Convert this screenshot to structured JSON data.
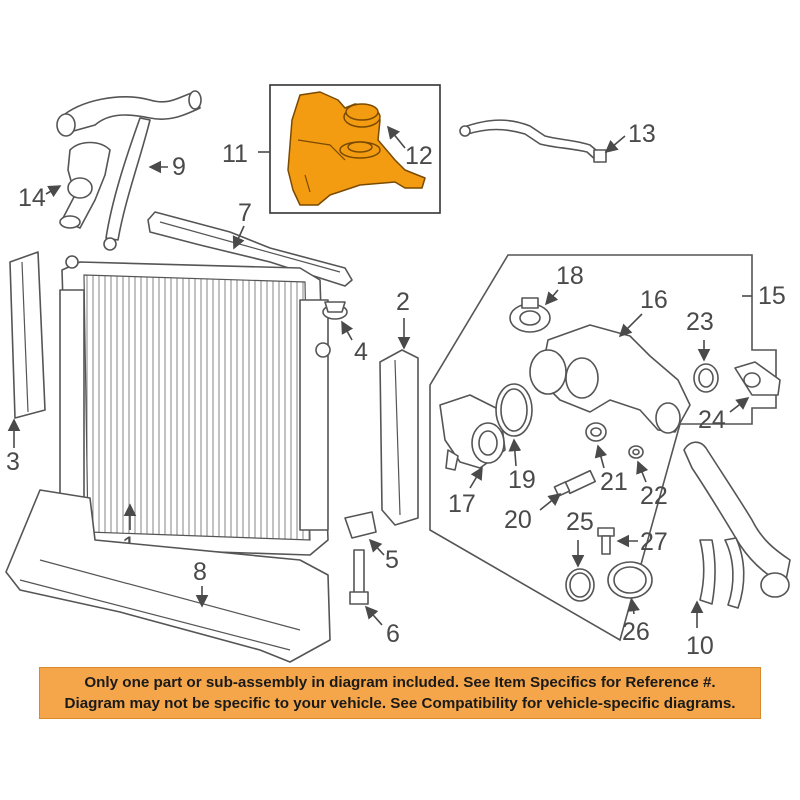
{
  "callouts": {
    "c1": "1",
    "c2": "2",
    "c3": "3",
    "c4": "4",
    "c5": "5",
    "c6": "6",
    "c7": "7",
    "c8": "8",
    "c9": "9",
    "c10": "10",
    "c11": "11",
    "c12": "12",
    "c13": "13",
    "c14": "14",
    "c15": "15",
    "c16": "16",
    "c17": "17",
    "c18": "18",
    "c19": "19",
    "c20": "20",
    "c21": "21",
    "c22": "22",
    "c23": "23",
    "c24": "24",
    "c25": "25",
    "c26": "26",
    "c27": "27"
  },
  "highlight_color": "#f39c12",
  "notice": {
    "line1": "Only one part or sub-assembly in diagram included. See Item Specifics for Reference #.",
    "line2": "Diagram may not be specific to your vehicle. See Compatibility for vehicle-specific diagrams."
  }
}
